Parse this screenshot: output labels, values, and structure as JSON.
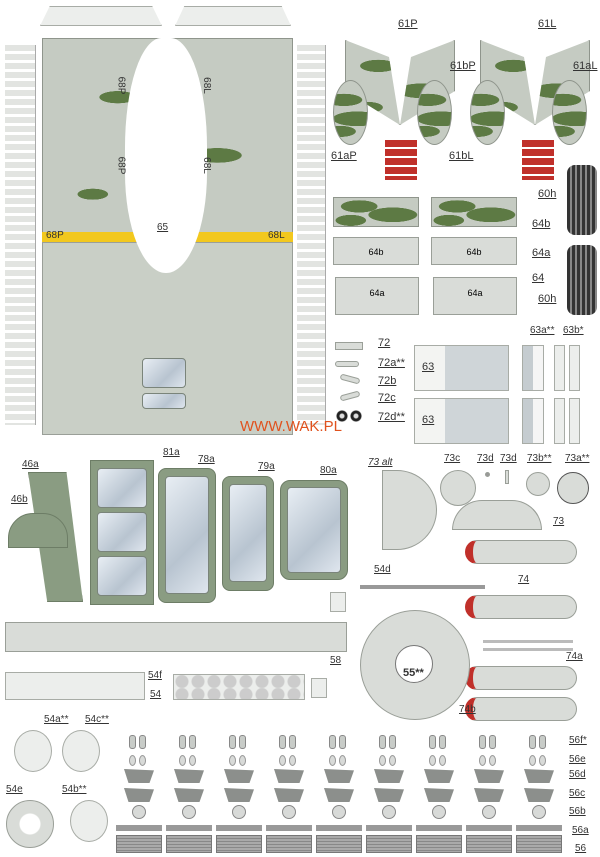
{
  "watermark": "WWW.WAK.PL",
  "fuselage_labels": {
    "top_left": "68P",
    "top_right": "68L",
    "mid_left": "68P",
    "mid_right": "68L",
    "center": "65",
    "side_left": "68P",
    "side_right": "68L"
  },
  "labels": [
    "61P",
    "61L",
    "61bP",
    "61aL",
    "61aP",
    "61bL",
    "60h",
    "64b",
    "64a",
    "64",
    "60h",
    "72",
    "72a**",
    "72b",
    "72c",
    "72d**",
    "63",
    "63",
    "63a**",
    "63b*",
    "81a",
    "78a",
    "79a",
    "80a",
    "46a",
    "46b",
    "73 alt",
    "73c",
    "73d",
    "73d",
    "73b**",
    "73a**",
    "73",
    "54d",
    "74",
    "74a",
    "74b",
    "58",
    "54f",
    "54",
    "55**",
    "54a**",
    "54c**",
    "54e",
    "54b**",
    "56f*",
    "56e",
    "56d",
    "56c",
    "56b",
    "56a",
    "56"
  ],
  "panel_labels": [
    "64b",
    "64b",
    "64a",
    "64a"
  ],
  "colors": {
    "camo_green": "#5d7a44",
    "camo_grey": "#c5cbc2",
    "yellow": "#f2c81e",
    "red": "#c0302a",
    "watermark": "#e0521e"
  }
}
